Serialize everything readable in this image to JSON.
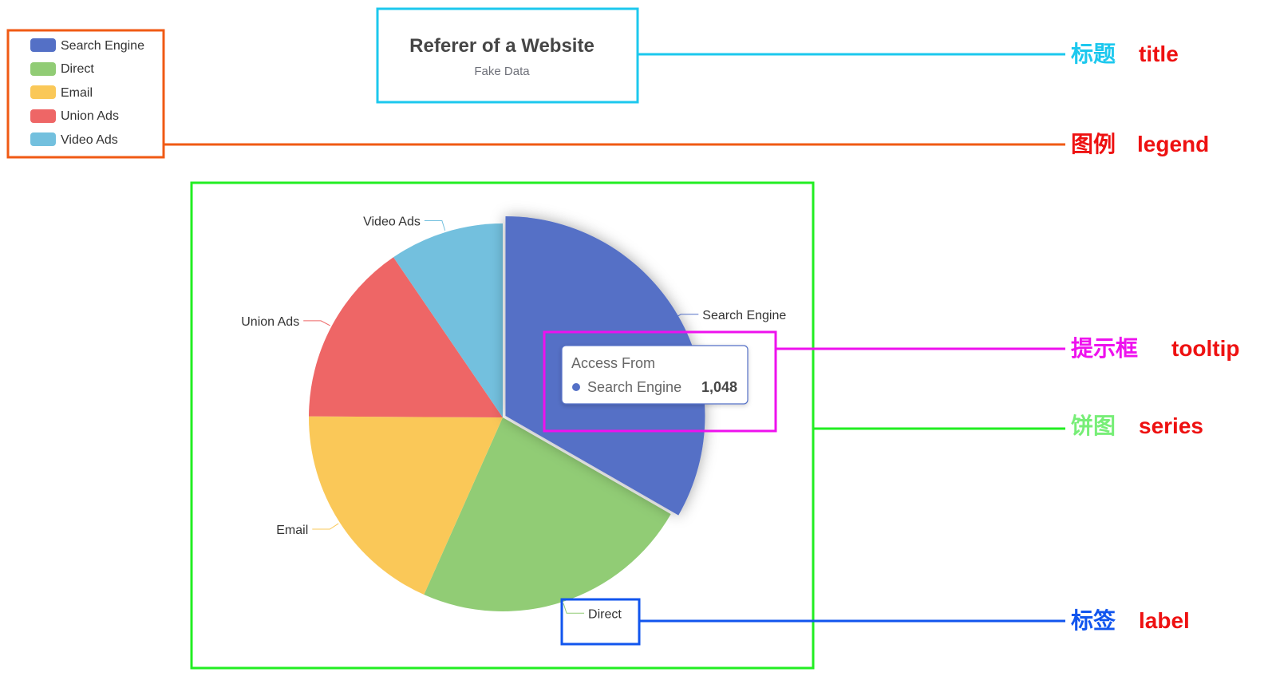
{
  "chart_data": {
    "type": "pie",
    "title": "Referer of a Website",
    "subtitle": "Fake Data",
    "categories": [
      "Search Engine",
      "Direct",
      "Email",
      "Union Ads",
      "Video Ads"
    ],
    "values": [
      1048,
      735,
      580,
      484,
      300
    ],
    "colors": [
      "#5470c6",
      "#91cc75",
      "#fac858",
      "#ee6666",
      "#73c0de"
    ],
    "highlighted": "Search Engine",
    "legend_position": "top-left",
    "tooltip": {
      "title": "Access From",
      "name": "Search Engine",
      "value": "1,048"
    }
  },
  "annotations": [
    {
      "zh": "标题",
      "en": "title",
      "color": "#1cc8ee",
      "zh_color": "#1cc8ee"
    },
    {
      "zh": "图例",
      "en": "legend",
      "color": "#f05a14",
      "zh_color": "#ee1111"
    },
    {
      "zh": "提示框",
      "en": "tooltip",
      "color": "#ee11ee",
      "zh_color": "#ee11ee"
    },
    {
      "zh": "饼图",
      "en": "series",
      "color": "#22ee22",
      "zh_color": "#77ee77"
    },
    {
      "zh": "标签",
      "en": "label",
      "color": "#1155ee",
      "zh_color": "#1155ee"
    }
  ]
}
